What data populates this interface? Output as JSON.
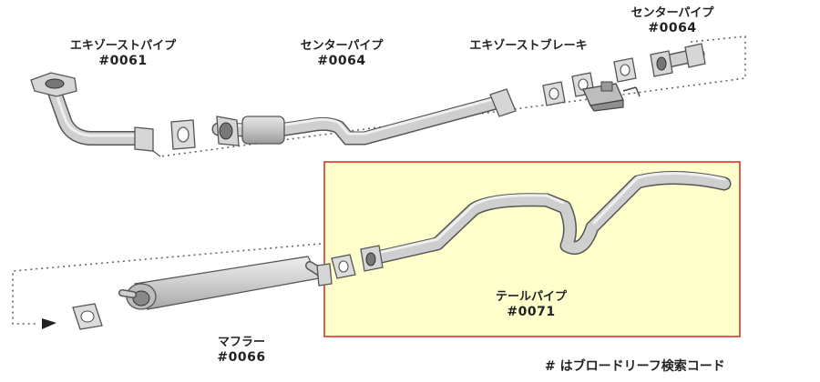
{
  "labels": {
    "exhaust_pipe": {
      "name": "エキゾーストパイプ",
      "code": "#0061"
    },
    "center_pipe_main": {
      "name": "センターパイプ",
      "code": "#0064"
    },
    "exhaust_brake": {
      "name": "エキゾーストブレーキ"
    },
    "center_pipe_right": {
      "name": "センターパイプ",
      "code": "#0064"
    },
    "muffler": {
      "name": "マフラー",
      "code": "#0066"
    },
    "tail_pipe": {
      "name": "テールパイプ",
      "code": "#0071"
    }
  },
  "note": "# はブロードリーフ検索コード",
  "colors": {
    "highlight_fill": "#ffffcc",
    "highlight_border": "#dd2222",
    "part_fill": "#cfcfcf",
    "part_stroke": "#555555",
    "dotted_line": "#666666"
  }
}
